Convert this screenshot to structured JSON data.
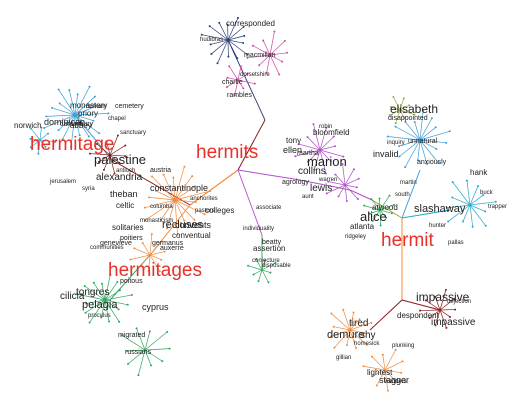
{
  "colors": {
    "accent": "#e8312a",
    "edge_blue": "#3b9fd8",
    "edge_purple": "#b04fc8",
    "edge_magenta": "#d04aa6",
    "edge_orange": "#f28a3a",
    "edge_green": "#2aa85a",
    "edge_olive": "#9ab02a",
    "edge_darkred": "#8a1a1a",
    "edge_cyan": "#22aac8",
    "edge_navy": "#2c3d78"
  },
  "hubs": [
    "hermitage",
    "hermits",
    "hermitages",
    "hermit"
  ],
  "clusters": {
    "top": [
      "corresponded",
      "hudibras",
      "macmillan",
      "dorsetshire",
      "charlie",
      "rambles"
    ],
    "upper_left": [
      "canterbury",
      "dominican",
      "norwich",
      "abbey",
      "priory",
      "monastery",
      "cemetery",
      "sanctuary",
      "chapel",
      "durham"
    ],
    "center_left": [
      "palestine",
      "alexandria",
      "jerusalem",
      "austria",
      "antioch",
      "syria",
      "theban",
      "celtic",
      "constantinople",
      "recluses",
      "solitaries",
      "columba",
      "monasticism",
      "colleges",
      "convents",
      "conventual",
      "poitiers",
      "genevieve",
      "germanus",
      "communities",
      "auxerre",
      "anchorites",
      "pastors"
    ],
    "lower_left": [
      "poitous",
      "tongres",
      "cilicia",
      "pelagia",
      "cyprus",
      "migrated",
      "russians",
      "proculus"
    ],
    "center": [
      "individuality",
      "beatty",
      "assertion",
      "disposable",
      "conjecture"
    ],
    "right_purple": [
      "tony",
      "ellen",
      "marion",
      "collins",
      "lewis",
      "martha",
      "agrology",
      "bloomfield",
      "aunt",
      "warren",
      "associate",
      "robin"
    ],
    "right_upper": [
      "elisabeth",
      "disappointed",
      "invalid",
      "unnatural",
      "anxiously",
      "inquiry",
      "martin"
    ],
    "right_lower": [
      "alice",
      "atwood",
      "atlanta",
      "ridgeley",
      "slashaway",
      "hank",
      "hunter",
      "trapper",
      "buck",
      "pallas",
      "south"
    ],
    "lower_right": [
      "impassive",
      "impassive",
      "despondent",
      "demure",
      "tired",
      "shy",
      "homesick",
      "stagger",
      "lightest",
      "wanders",
      "plunking",
      "dejection",
      "gillian"
    ]
  }
}
